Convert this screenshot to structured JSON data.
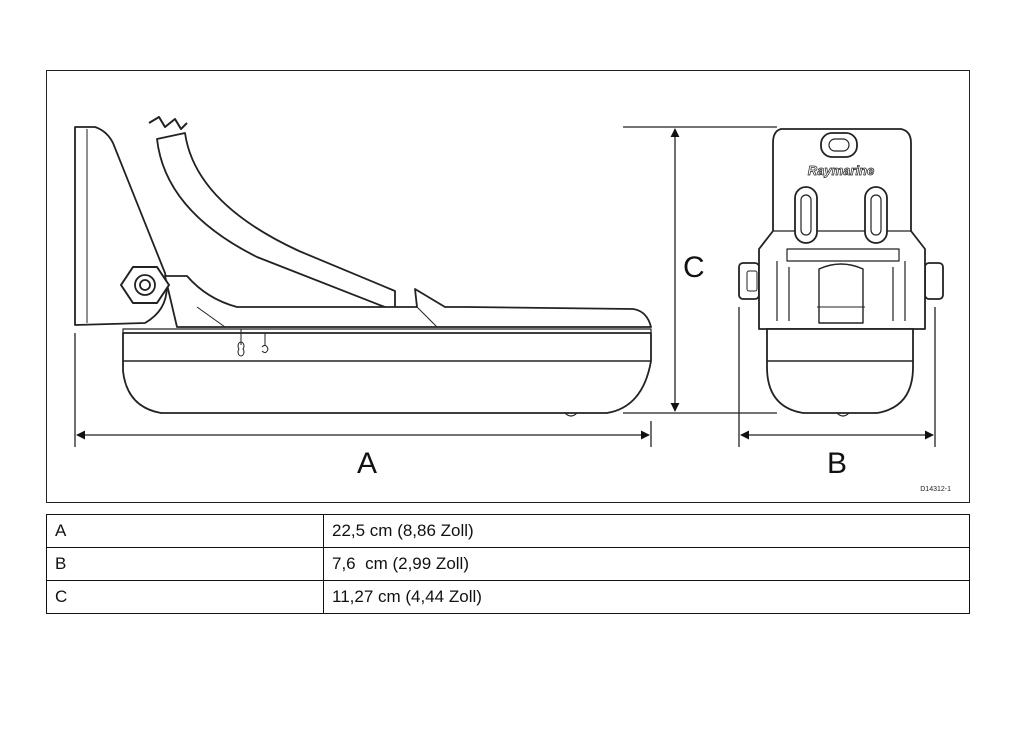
{
  "figure": {
    "brand_text": "Raymarine",
    "reference_code": "D14312-1",
    "dimension_labels": {
      "a": "A",
      "b": "B",
      "c": "C"
    }
  },
  "dimensions_table": {
    "rows": [
      {
        "key": "A",
        "value": "22,5 cm (8,86 Zoll)"
      },
      {
        "key": "B",
        "value": "7,6  cm (2,99 Zoll)"
      },
      {
        "key": "C",
        "value": "11,27 cm (4,44 Zoll)"
      }
    ]
  }
}
